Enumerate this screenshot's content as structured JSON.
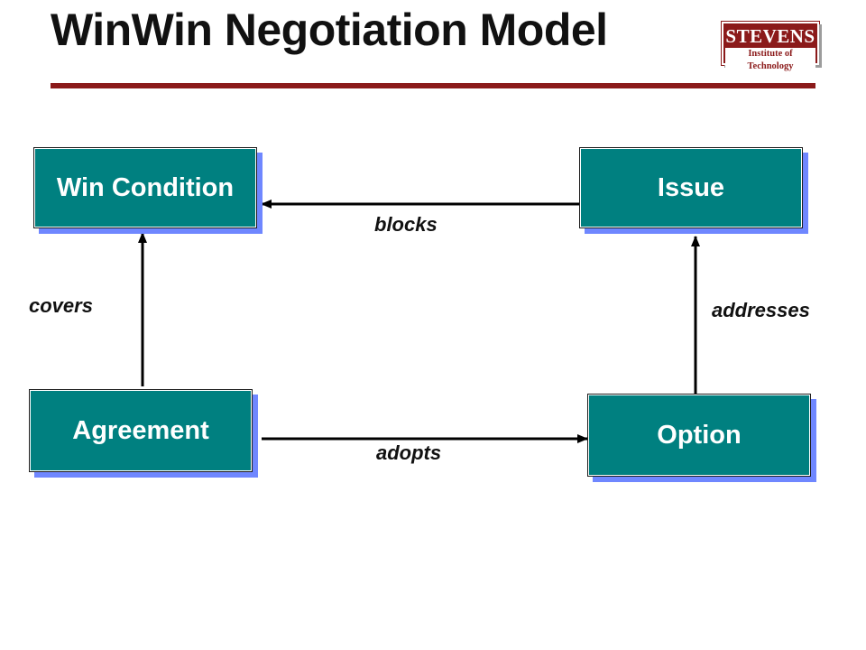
{
  "title": "WinWin Negotiation Model",
  "logo": {
    "main": "STEVENS",
    "sub": "Institute of Technology"
  },
  "nodes": {
    "win_condition": "Win Condition",
    "issue": "Issue",
    "agreement": "Agreement",
    "option": "Option"
  },
  "relations": {
    "blocks": "blocks",
    "covers": "covers",
    "addresses": "addresses",
    "adopts": "adopts"
  },
  "colors": {
    "node_fill": "#008080",
    "node_shadow": "#6f87ff",
    "accent": "#8b1a1a"
  }
}
